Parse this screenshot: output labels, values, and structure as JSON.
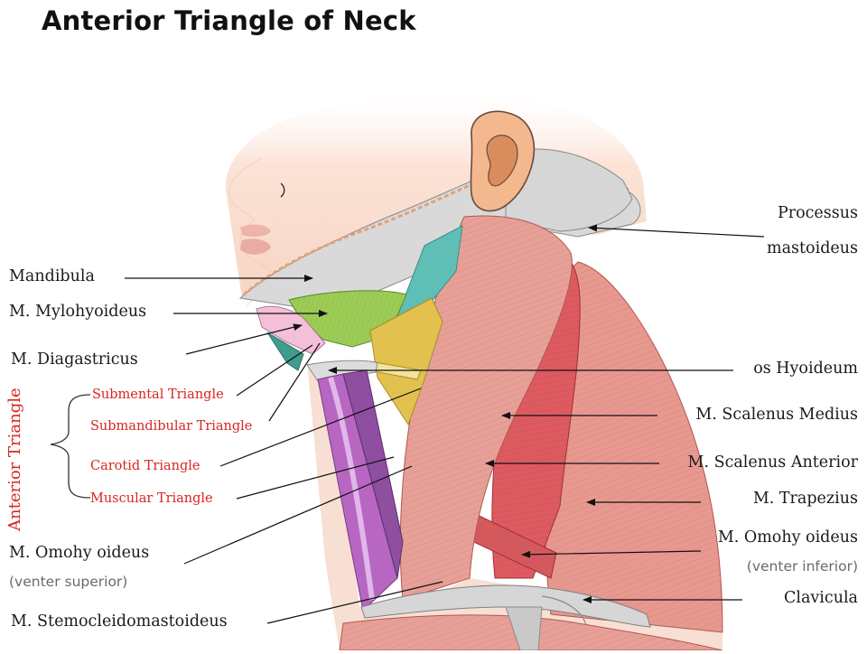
{
  "title": "Anterior Triangle of Neck",
  "colors": {
    "skin": "#fbe3d6",
    "bone": "#d6d6d6",
    "muscle": "#e5958c",
    "muscle_dark": "#d9686c",
    "green": "#9ccc55",
    "teal": "#5fbfb6",
    "yellow": "#e2c14f",
    "purple": "#8e4fa0",
    "violet": "#b766c1",
    "pink": "#f4bfd8",
    "accent_red": "#d9251f"
  },
  "anterior_triangle": {
    "title": "Anterior Triangle",
    "items": [
      "Submental Triangle",
      "Submandibular Triangle",
      "Carotid Triangle",
      "Muscular Triangle"
    ]
  },
  "left_labels": {
    "mandibula": "Mandibula",
    "mylohyoideus": "M. Mylohyoideus",
    "diagastricus": "M. Diagastricus",
    "omohyoideus_sup": "M. Omohy oideus",
    "omohyoideus_sup_sub": "(venter superior)",
    "sternocleido": "M. Stemocleidomastoideus"
  },
  "right_labels": {
    "processus_1": "Processus",
    "processus_2": "mastoideus",
    "hyoideum": "os Hyoideum",
    "scalenus_medius": "M. Scalenus Medius",
    "scalenus_anterior": "M. Scalenus Anterior",
    "trapezius": "M. Trapezius",
    "omohyoideus_inf": "M. Omohy oideus",
    "omohyoideus_inf_sub": "(venter inferior)",
    "clavicula": "Clavicula"
  }
}
